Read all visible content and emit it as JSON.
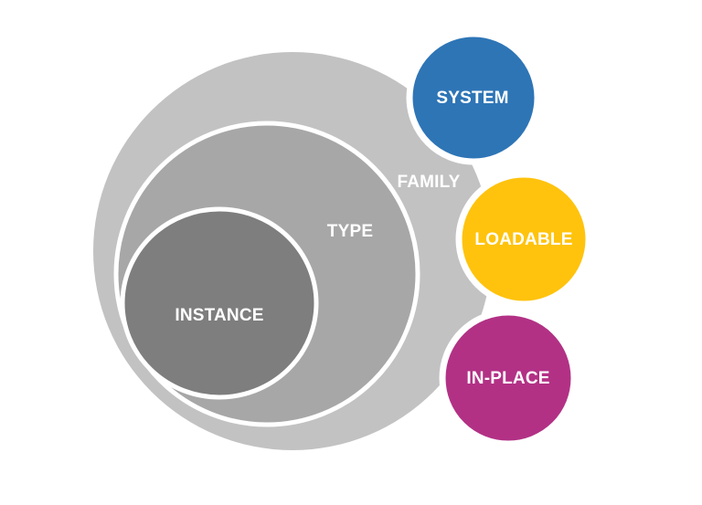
{
  "diagram": {
    "background": "#ffffff",
    "label_color": "#ffffff",
    "nested": [
      {
        "id": "family",
        "label": "FAMILY",
        "color": "#C2C2C2"
      },
      {
        "id": "type",
        "label": "TYPE",
        "color": "#A7A7A7"
      },
      {
        "id": "instance",
        "label": "INSTANCE",
        "color": "#7E7E7E"
      }
    ],
    "satellites": [
      {
        "id": "system",
        "label": "SYSTEM",
        "color": "#2E75B6"
      },
      {
        "id": "loadable",
        "label": "LOADABLE",
        "color": "#FFC30D"
      },
      {
        "id": "inplace",
        "label": "IN-PLACE",
        "color": "#B23185"
      }
    ]
  }
}
